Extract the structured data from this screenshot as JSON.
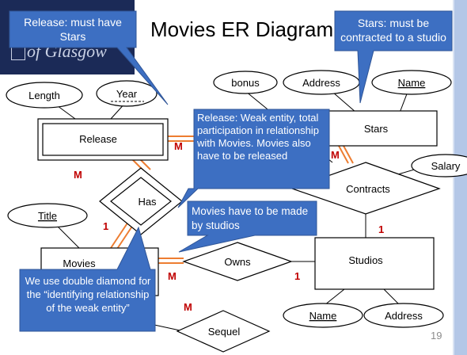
{
  "slide": {
    "title": "Movies ER Diagram",
    "university_logo_text": "of Glasgow",
    "page_number": "19",
    "colors": {
      "callout_fill": "#3d6fc2",
      "callout_border": "#2f5597",
      "navy_header": "#1b2a57",
      "participation_line": "#ed7d31",
      "cardinality_text": "#c00000",
      "right_band": "#b4c7e7"
    }
  },
  "entities": {
    "release": "Release",
    "stars": "Stars",
    "movies": "Movies",
    "studios": "Studios"
  },
  "relationships": {
    "has": "Has",
    "contracts": "Contracts",
    "owns": "Owns",
    "sequel": "Sequel"
  },
  "attributes": {
    "length": "Length",
    "year": "Year",
    "bonus": "bonus",
    "address_stars": "Address",
    "name_stars": "Name",
    "salary": "Salary",
    "title": "Title",
    "name_studios": "Name",
    "address_studios": "Address"
  },
  "cardinalities": {
    "release_has": "M",
    "release_side": "M",
    "stars_contracts": "M",
    "movies_has": "1",
    "studios_contracts": "1",
    "movies_owns": "M",
    "studios_owns": "1",
    "movies_sequel": "M"
  },
  "callouts": {
    "release_stars": "Release: must have Stars",
    "stars_studio": "Stars: must be contracted to a studio",
    "weak_entity": "Release: Weak entity, total participation in relationship with Movies. Movies also have to be released",
    "movies_studios": "Movies have to be made by studios",
    "double_diamond": "We use double diamond for the “identifying relationship of the weak entity”"
  }
}
